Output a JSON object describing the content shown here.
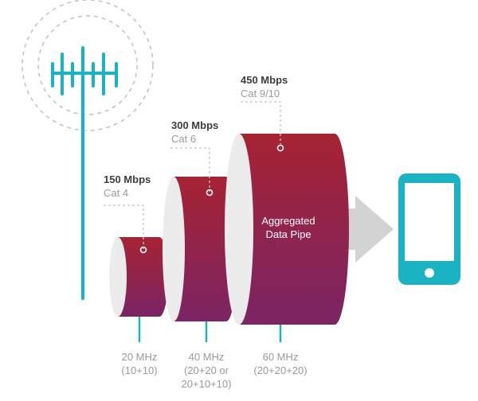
{
  "cylinders": [
    {
      "speed": "150 Mbps",
      "category": "Cat 4",
      "freq_line1": "20 MHz",
      "freq_line2": "(10+10)",
      "freq_line3": ""
    },
    {
      "speed": "300 Mbps",
      "category": "Cat 6",
      "freq_line1": "40 MHz",
      "freq_line2": "(20+20 or",
      "freq_line3": "20+10+10)"
    },
    {
      "speed": "450 Mbps",
      "category": "Cat 9/10",
      "freq_line1": "60 MHz",
      "freq_line2": "(20+20+20)",
      "freq_line3": ""
    }
  ],
  "pipe_label_line1": "Aggregated",
  "pipe_label_line2": "Data Pipe",
  "colors": {
    "teal": "#19b3c4",
    "pipe_top": "#a62333",
    "pipe_bottom": "#7b2465",
    "arrow": "#d3d3d3",
    "dashed": "#c4c4c4"
  },
  "icons": [
    "cell-tower-icon",
    "smartphone-icon",
    "arrow-right-icon"
  ]
}
